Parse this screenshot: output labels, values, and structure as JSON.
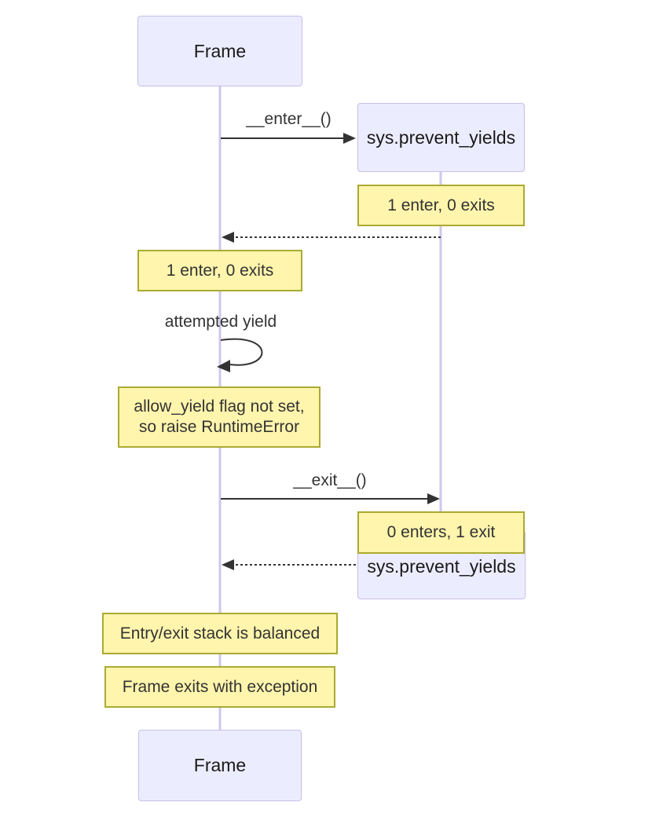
{
  "diagram_type": "sequence",
  "actors": {
    "frame_top": "Frame",
    "frame_bottom": "Frame",
    "sys_top": "sys.prevent_yields",
    "sys_bottom": "sys.prevent_yields"
  },
  "messages": {
    "enter": "__enter__()",
    "self_loop": "attempted yield",
    "exit": "__exit__()"
  },
  "notes": {
    "over_sys_after_enter": "1 enter, 0 exits",
    "over_frame_after_enter": "1 enter, 0 exits",
    "over_frame_error_line1": "allow_yield flag not set,",
    "over_frame_error_line2": "so raise RuntimeError",
    "over_sys_after_exit": "0 enters, 1 exit",
    "over_frame_balanced": "Entry/exit stack is balanced",
    "over_frame_exception": "Frame exits with exception"
  },
  "colors": {
    "actor_fill": "#ECECFF",
    "actor_border": "#C6BFE9",
    "lifeline": "#CFC6EC",
    "note_fill": "#FFF5AD",
    "note_border": "#AAAA33",
    "arrow": "#333333",
    "text": "#333333"
  }
}
